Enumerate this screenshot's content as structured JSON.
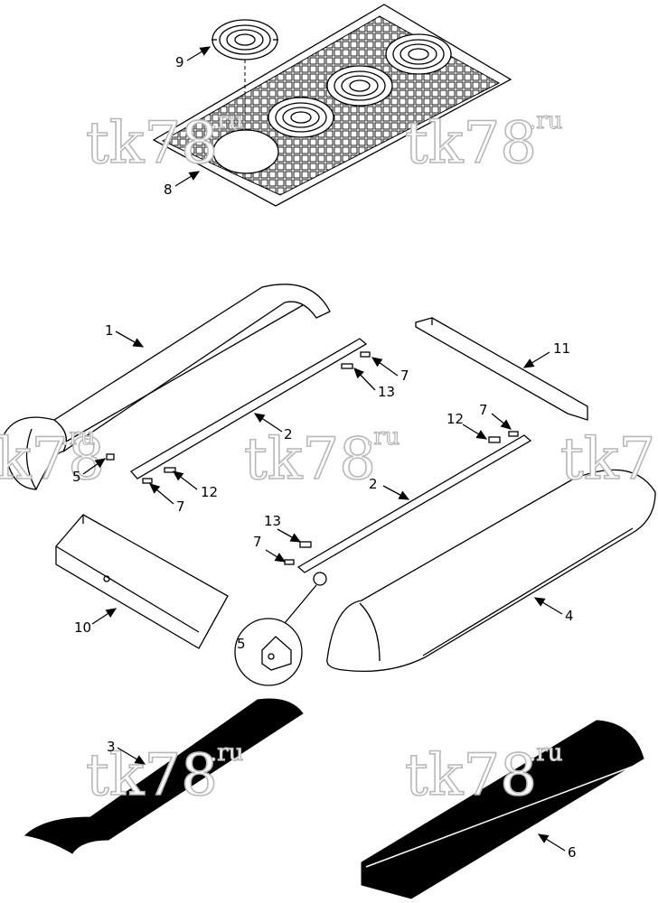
{
  "watermark": {
    "main": "tk78",
    "suffix": ".ru"
  },
  "callouts": {
    "c1": "1",
    "c2a": "2",
    "c2b": "2",
    "c3": "3",
    "c4": "4",
    "c5a": "5",
    "c5b": "5",
    "c6": "6",
    "c7a": "7",
    "c7b": "7",
    "c7c": "7",
    "c7d": "7",
    "c8": "8",
    "c9": "9",
    "c10": "10",
    "c11": "11",
    "c12a": "12",
    "c12b": "12",
    "c13a": "13",
    "c13b": "13"
  }
}
